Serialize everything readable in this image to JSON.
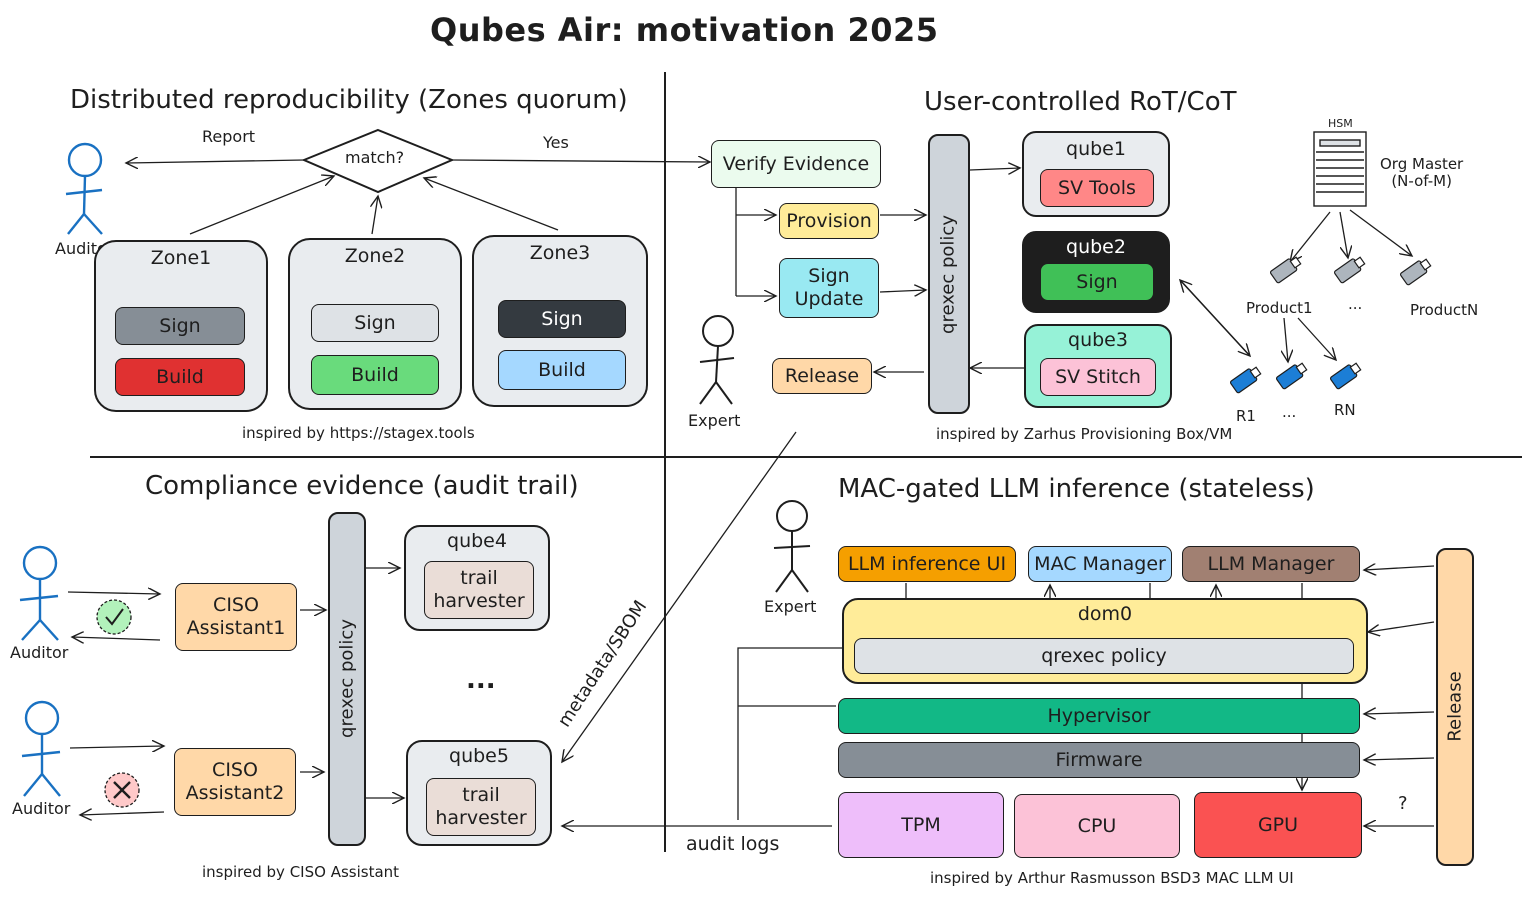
{
  "title": "Qubes Air: motivation 2025",
  "colors": {
    "stroke": "#1e1e1e",
    "auditor_blue": "#1971c2",
    "usb_blue": "#1c7ed6"
  },
  "tl": {
    "heading": "Distributed reproducibility (Zones quorum)",
    "auditor": "Auditor",
    "report": "Report",
    "match": "match?",
    "yes": "Yes",
    "zones": [
      {
        "name": "Zone1",
        "sign": "Sign",
        "build": "Build",
        "sign_color": "#868e96",
        "build_color": "#e03131"
      },
      {
        "name": "Zone2",
        "sign": "Sign",
        "build": "Build",
        "sign_color": "#dee2e6",
        "build_color": "#69db7c"
      },
      {
        "name": "Zone3",
        "sign": "Sign",
        "build": "Build",
        "sign_color": "#343a40",
        "build_color": "#a5d8ff"
      }
    ],
    "credit": "inspired by https://stagex.tools"
  },
  "tr": {
    "heading": "User-controlled RoT/CoT",
    "verify": "Verify Evidence",
    "provision": "Provision",
    "sign_update": "Sign\nUpdate",
    "release": "Release",
    "expert": "Expert",
    "qrexec": "qrexec policy",
    "qubes": [
      {
        "name": "qube1",
        "inner": "SV Tools"
      },
      {
        "name": "qube2",
        "inner": "Sign"
      },
      {
        "name": "qube3",
        "inner": "SV Stitch"
      }
    ],
    "hsm": "HSM",
    "org_master": "Org Master\n(N-of-M)",
    "product1": "Product1",
    "ellipsis": "...",
    "productN": "ProductN",
    "r1": "R1",
    "rn": "RN",
    "credit": "inspired by Zarhus Provisioning Box/VM"
  },
  "bl": {
    "heading": "Compliance evidence (audit trail)",
    "auditor": "Auditor",
    "ciso1": "CISO\nAssistant1",
    "ciso2": "CISO\nAssistant2",
    "qrexec": "qrexec policy",
    "qube4": "qube4",
    "qube5": "qube5",
    "trail": "trail\nharvester",
    "dots": "...",
    "metadata": "metadata/SBOM",
    "audit_logs": "audit logs",
    "credit": "inspired by CISO Assistant"
  },
  "br": {
    "heading": "MAC-gated LLM inference (stateless)",
    "expert": "Expert",
    "llm_ui": "LLM inference UI",
    "mac_manager": "MAC Manager",
    "llm_manager": "LLM Manager",
    "dom0": "dom0",
    "qrexec": "qrexec policy",
    "hypervisor": "Hypervisor",
    "firmware": "Firmware",
    "tpm": "TPM",
    "cpu": "CPU",
    "gpu": "GPU",
    "release": "Release",
    "question": "?",
    "credit": "inspired by Arthur Rasmusson BSD3 MAC LLM UI"
  }
}
